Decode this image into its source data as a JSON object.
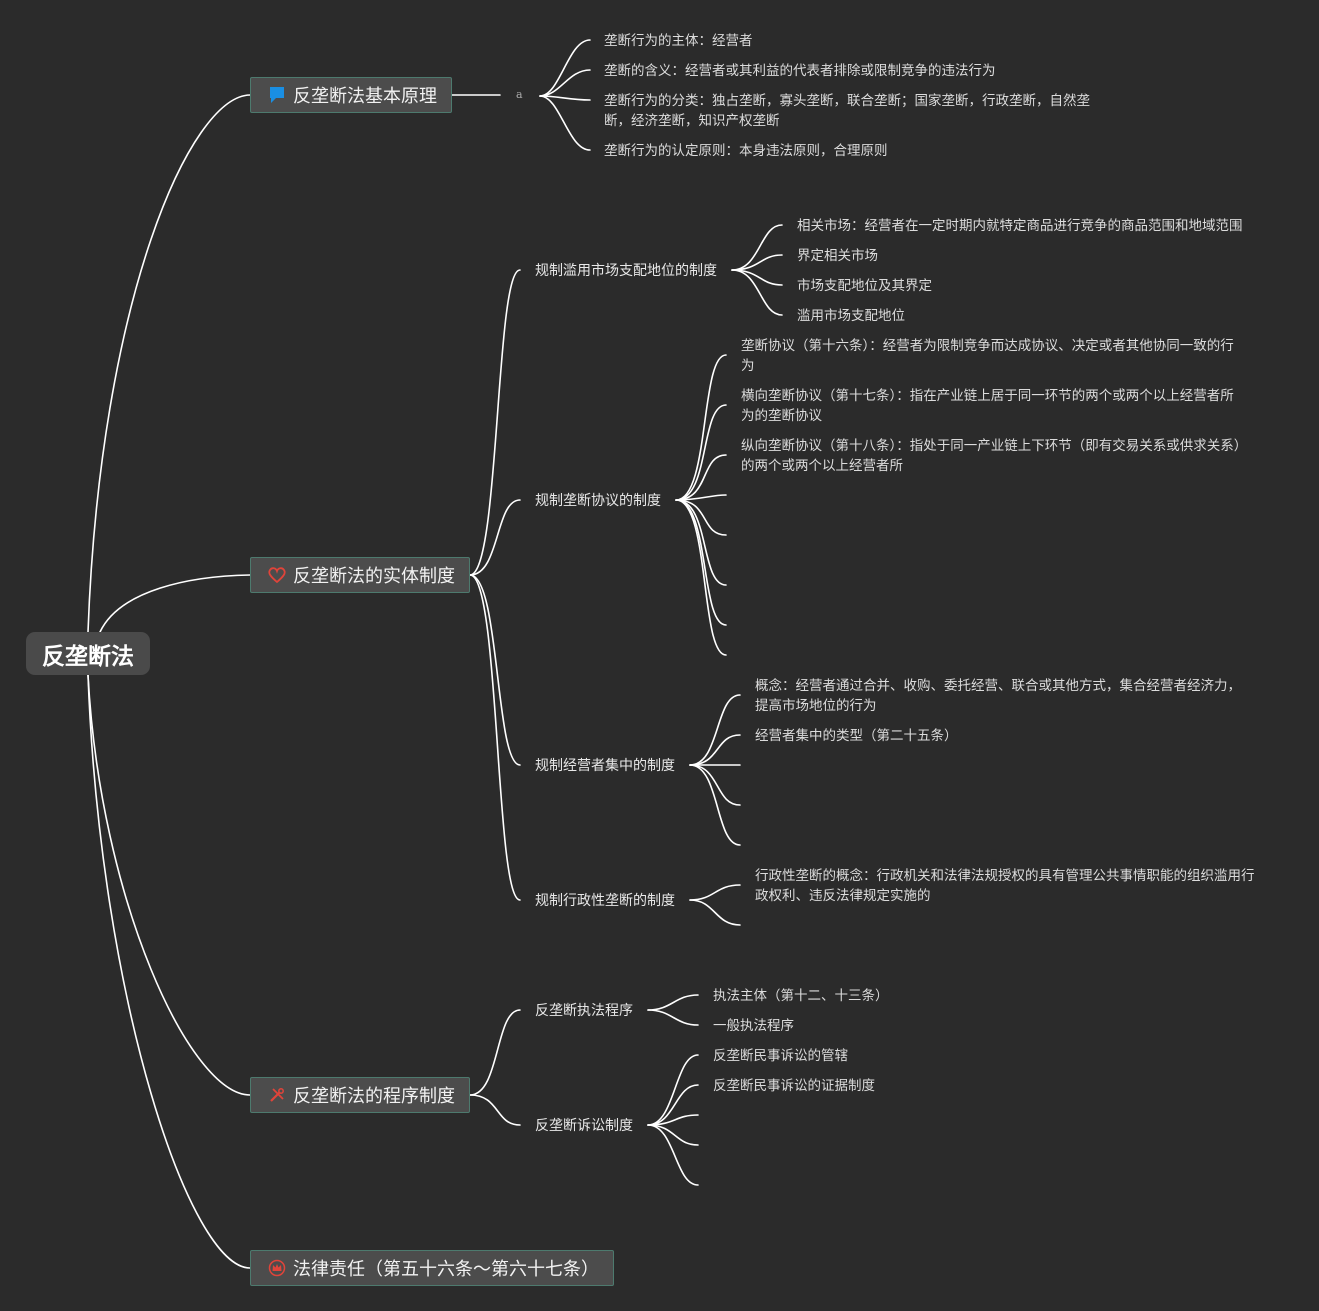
{
  "root": "反垄断法",
  "branches": [
    {
      "label": "反垄断法基本原理",
      "icon": "flag-icon",
      "marker": "a",
      "leaves": [
        "垄断行为的主体：经营者",
        "垄断的含义：经营者或其利益的代表者排除或限制竞争的违法行为",
        "垄断行为的分类：独占垄断，寡头垄断，联合垄断；国家垄断，行政垄断，自然垄断，经济垄断，知识产权垄断",
        "垄断行为的认定原则：本身违法原则，合理原则"
      ]
    },
    {
      "label": "反垄断法的实体制度",
      "icon": "heart-icon",
      "subs": [
        {
          "label": "规制滥用市场支配地位的制度",
          "leaves": [
            "相关市场：经营者在一定时期内就特定商品进行竞争的商品范围和地域范围",
            "界定相关市场",
            "市场支配地位及其界定",
            "滥用市场支配地位"
          ]
        },
        {
          "label": "规制垄断协议的制度",
          "leaves": [
            "垄断协议（第十六条）：经营者为限制竞争而达成协议、决定或者其他协同一致的行为",
            "横向垄断协议（第十七条）：指在产业链上居于同一环节的两个或两个以上经营者所为的垄断协议",
            "纵向垄断协议（第十八条）：指处于同一产业链上下环节（即有交易关系或供求关系）的两个或两个以上经营者所"
          ]
        },
        {
          "label": "规制经营者集中的制度",
          "leaves": [
            "概念：经营者通过合并、收购、委托经营、联合或其他方式，集合经营者经济力，提高市场地位的行为",
            "经营者集中的类型（第二十五条）"
          ]
        },
        {
          "label": "规制行政性垄断的制度",
          "leaves": [
            "行政性垄断的概念：行政机关和法律法规授权的具有管理公共事情职能的组织滥用行政权利、违反法律规定实施的"
          ]
        }
      ]
    },
    {
      "label": "反垄断法的程序制度",
      "icon": "tools-icon",
      "subs": [
        {
          "label": "反垄断执法程序",
          "leaves": [
            "执法主体（第十二、十三条）",
            "一般执法程序"
          ]
        },
        {
          "label": "反垄断诉讼制度",
          "leaves": [
            "反垄断民事诉讼的管辖",
            "反垄断民事诉讼的证据制度"
          ]
        }
      ]
    },
    {
      "label": "法律责任（第五十六条～第六十七条）",
      "icon": "crown-icon"
    }
  ]
}
